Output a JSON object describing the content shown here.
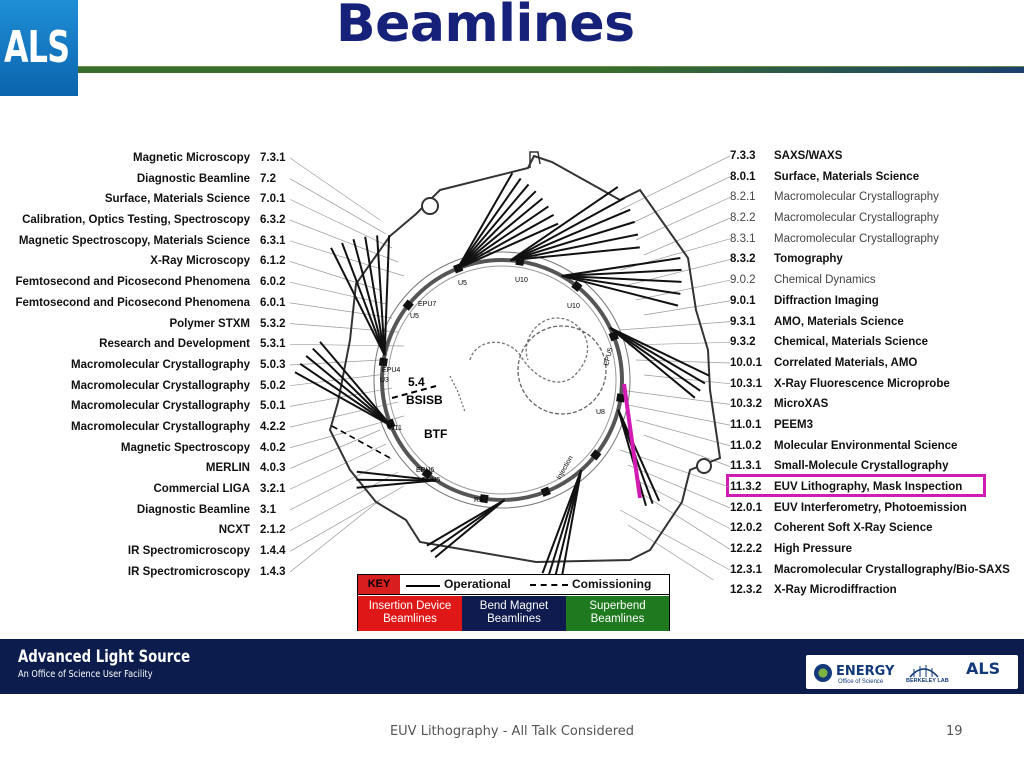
{
  "header": {
    "logo": "ALS",
    "title": "Beamlines"
  },
  "left_beamlines": [
    {
      "name": "Magnetic Microscopy",
      "code": "7.3.1"
    },
    {
      "name": "Diagnostic Beamline",
      "code": "7.2"
    },
    {
      "name": "Surface, Materials Science",
      "code": "7.0.1"
    },
    {
      "name": "Calibration, Optics Testing, Spectroscopy",
      "code": "6.3.2"
    },
    {
      "name": "Magnetic Spectroscopy, Materials Science",
      "code": "6.3.1"
    },
    {
      "name": "X-Ray Microscopy",
      "code": "6.1.2"
    },
    {
      "name": "Femtosecond and Picosecond Phenomena",
      "code": "6.0.2"
    },
    {
      "name": "Femtosecond and Picosecond Phenomena",
      "code": "6.0.1"
    },
    {
      "name": "Polymer STXM",
      "code": "5.3.2"
    },
    {
      "name": "Research and Development",
      "code": "5.3.1"
    },
    {
      "name": "Macromolecular Crystallography",
      "code": "5.0.3"
    },
    {
      "name": "Macromolecular Crystallography",
      "code": "5.0.2"
    },
    {
      "name": "Macromolecular Crystallography",
      "code": "5.0.1"
    },
    {
      "name": "Macromolecular Crystallography",
      "code": "4.2.2"
    },
    {
      "name": "Magnetic Spectroscopy",
      "code": "4.0.2"
    },
    {
      "name": "MERLIN",
      "code": "4.0.3"
    },
    {
      "name": "Commercial LIGA",
      "code": "3.2.1"
    },
    {
      "name": "Diagnostic Beamline",
      "code": "3.1"
    },
    {
      "name": "NCXT",
      "code": "2.1.2"
    },
    {
      "name": "IR Spectromicroscopy",
      "code": "1.4.4"
    },
    {
      "name": "IR Spectromicroscopy",
      "code": "1.4.3"
    }
  ],
  "right_beamlines": [
    {
      "code": "7.3.3",
      "name": "SAXS/WAXS"
    },
    {
      "code": "8.0.1",
      "name": "Surface, Materials Science"
    },
    {
      "code": "8.2.1",
      "name": "Macromolecular Crystallography"
    },
    {
      "code": "8.2.2",
      "name": "Macromolecular Crystallography"
    },
    {
      "code": "8.3.1",
      "name": "Macromolecular Crystallography"
    },
    {
      "code": "8.3.2",
      "name": "Tomography"
    },
    {
      "code": "9.0.2",
      "name": "Chemical Dynamics"
    },
    {
      "code": "9.0.1",
      "name": "Diffraction Imaging"
    },
    {
      "code": "9.3.1",
      "name": "AMO, Materials Science"
    },
    {
      "code": "9.3.2",
      "name": "Chemical, Materials Science"
    },
    {
      "code": "10.0.1",
      "name": "Correlated Materials, AMO"
    },
    {
      "code": "10.3.1",
      "name": "X-Ray Fluorescence Microprobe"
    },
    {
      "code": "10.3.2",
      "name": "MicroXAS"
    },
    {
      "code": "11.0.1",
      "name": "PEEM3"
    },
    {
      "code": "11.0.2",
      "name": "Molecular Environmental Science"
    },
    {
      "code": "11.3.1",
      "name": "Small-Molecule Crystallography"
    },
    {
      "code": "11.3.2",
      "name": "EUV Lithography, Mask Inspection"
    },
    {
      "code": "12.0.1",
      "name": "EUV Interferometry, Photoemission"
    },
    {
      "code": "12.0.2",
      "name": "Coherent Soft X-Ray Science"
    },
    {
      "code": "12.2.2",
      "name": "High Pressure"
    },
    {
      "code": "12.3.1",
      "name": "Macromolecular Crystallography/Bio-SAXS"
    },
    {
      "code": "12.3.2",
      "name": "X-Ray Microdiffraction"
    }
  ],
  "diagram": {
    "bsisb_num": "5.4",
    "bsisb": "BSISB",
    "btf": "BTF",
    "labels": {
      "u5": "U5",
      "u10a": "U10",
      "u10b": "U10",
      "epu7": "EPU7",
      "u5b": "U5",
      "epu4": "EPU4",
      "u3": "U3",
      "w11": "W11",
      "epu6": "EPU6",
      "epu5a": "EPU5",
      "rf": "RF",
      "injection": "Injection",
      "epu5b": "EPU5",
      "u8": "U8"
    },
    "highlight_color": "#d21bb3"
  },
  "key": {
    "label": "KEY",
    "operational": "Operational",
    "commissioning": "Comissioning",
    "insertion_device": "Insertion Device Beamlines",
    "bend_magnet": "Bend Magnet Beamlines",
    "superbend": "Superbend Beamlines"
  },
  "footer": {
    "name": "Advanced Light Source",
    "subtitle": "An Office of Science User Facility",
    "energy": "ENERGY",
    "energy_sub": "Office of Science",
    "berkeley": "BERKELEY LAB",
    "als": "ALS"
  },
  "caption": "EUV Lithography - All Talk Considered",
  "slide_number": "19"
}
